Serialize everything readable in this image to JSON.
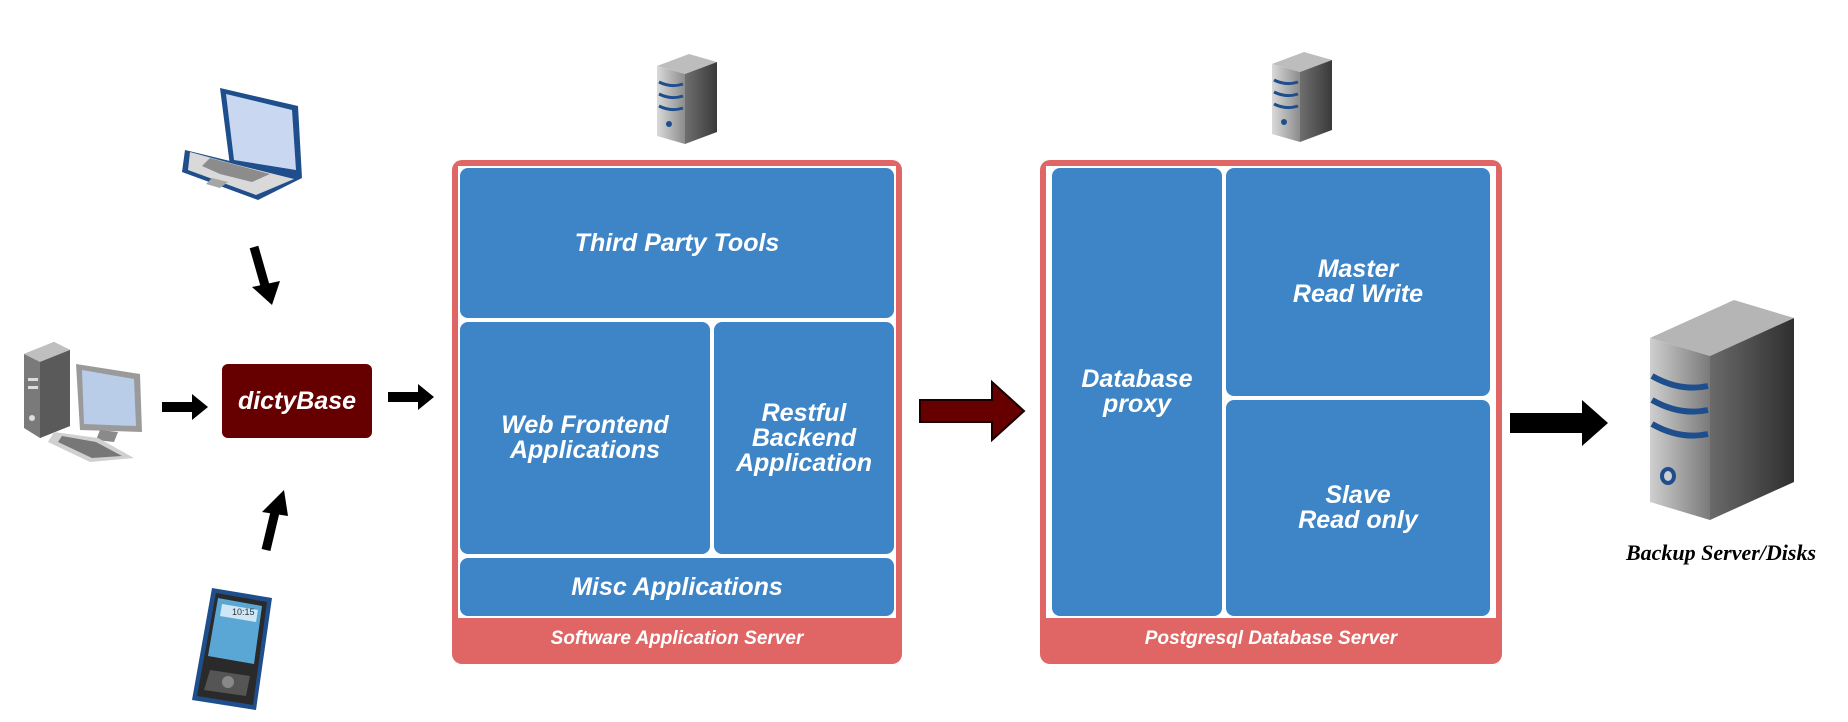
{
  "client": {
    "dictybase_label": "dictyBase"
  },
  "app_server": {
    "footer": "Software Application Server",
    "third_party": "Third Party Tools",
    "web_frontend": "Web Frontend\nApplications",
    "restful_backend": "Restful\nBackend\nApplication",
    "misc": "Misc Applications"
  },
  "db_server": {
    "footer": "Postgresql Database Server",
    "proxy": "Database\nproxy",
    "master": "Master\nRead Write",
    "slave": "Slave\nRead only"
  },
  "backup": {
    "caption": "Backup Server/Disks"
  },
  "colors": {
    "cell_blue": "#3d85c6",
    "frame_red": "#e06666",
    "dictybase_maroon": "#660000",
    "arrow_black": "#000000"
  },
  "icons": [
    "laptop-icon",
    "desktop-computer-icon",
    "mobile-phone-icon",
    "server-icon",
    "large-server-icon"
  ]
}
